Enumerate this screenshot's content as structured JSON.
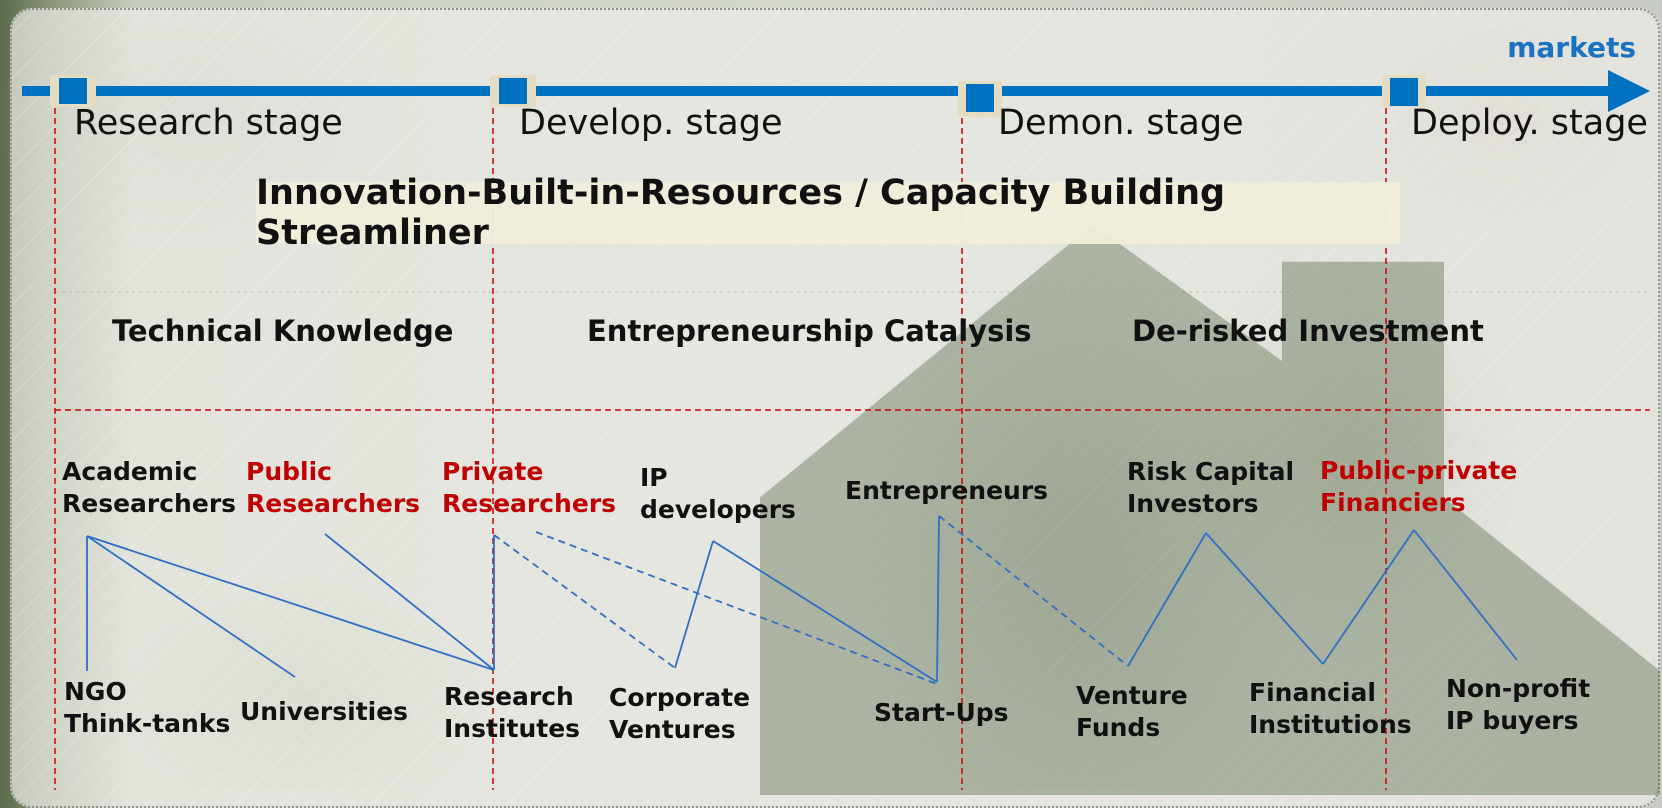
{
  "colors": {
    "accent": "#0070c0",
    "highlight": "#c00000",
    "divider": "#d00000",
    "line": "#2f6fc4",
    "banner": "#f0eeda"
  },
  "axis": {
    "end_label": "markets",
    "stages": [
      "Research stage",
      "Develop. stage",
      "Demon. stage",
      "Deploy. stage"
    ]
  },
  "banner": "Innovation-Built-in-Resources / Capacity Building Streamliner",
  "categories": [
    "Technical Knowledge",
    "Entrepreneurship Catalysis",
    "De-risked Investment"
  ],
  "actors_top": [
    {
      "id": "academic",
      "label": "Academic\nResearchers",
      "highlight": false
    },
    {
      "id": "public",
      "label": "Public\nResearchers",
      "highlight": true
    },
    {
      "id": "private",
      "label": "Private\nResearchers",
      "highlight": true
    },
    {
      "id": "ip-dev",
      "label": "IP\ndevelopers",
      "highlight": false
    },
    {
      "id": "entrepreneurs",
      "label": "Entrepreneurs",
      "highlight": false
    },
    {
      "id": "risk-capital",
      "label": "Risk Capital\nInvestors",
      "highlight": false
    },
    {
      "id": "ppp-fin",
      "label": "Public-private\nFinanciers",
      "highlight": true
    }
  ],
  "actors_bottom": [
    {
      "id": "ngo",
      "label": "NGO\nThink-tanks"
    },
    {
      "id": "universities",
      "label": "Universities"
    },
    {
      "id": "research-inst",
      "label": "Research\nInstitutes"
    },
    {
      "id": "corporate",
      "label": "Corporate\nVentures"
    },
    {
      "id": "startups",
      "label": "Start-Ups"
    },
    {
      "id": "venture-funds",
      "label": "Venture\nFunds"
    },
    {
      "id": "fin-inst",
      "label": "Financial\nInstitutions"
    },
    {
      "id": "nonprofit",
      "label": "Non-profit\nIP buyers"
    }
  ],
  "links": [
    {
      "from": "academic",
      "to": "ngo",
      "style": "solid"
    },
    {
      "from": "academic",
      "to": "universities",
      "style": "solid"
    },
    {
      "from": "academic",
      "to": "research-inst",
      "style": "solid"
    },
    {
      "from": "public",
      "to": "research-inst",
      "style": "solid"
    },
    {
      "from": "private",
      "to": "research-inst",
      "style": "solid"
    },
    {
      "from": "private",
      "to": "corporate",
      "style": "dashed"
    },
    {
      "from": "private",
      "to": "startups",
      "style": "dashed"
    },
    {
      "from": "ip-dev",
      "to": "corporate",
      "style": "solid"
    },
    {
      "from": "ip-dev",
      "to": "startups",
      "style": "solid"
    },
    {
      "from": "entrepreneurs",
      "to": "startups",
      "style": "solid"
    },
    {
      "from": "entrepreneurs",
      "to": "venture-funds",
      "style": "dashed"
    },
    {
      "from": "risk-capital",
      "to": "venture-funds",
      "style": "solid"
    },
    {
      "from": "risk-capital",
      "to": "fin-inst",
      "style": "solid"
    },
    {
      "from": "ppp-fin",
      "to": "fin-inst",
      "style": "solid"
    },
    {
      "from": "ppp-fin",
      "to": "nonprofit",
      "style": "solid"
    }
  ]
}
